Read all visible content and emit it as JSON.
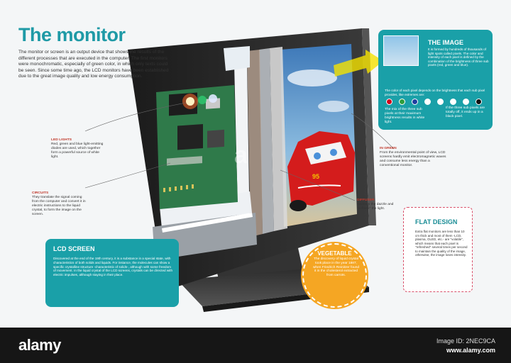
{
  "title": "The monitor",
  "intro": "The monitor or screen is an output device that shows the results of the different processes that are executed in the computer. The first monitors were monochromatic, especially of green color, in which only texts could be seen. Since some time ago, the LCD monitors have been established due to the great image quality and low energy consumption.",
  "labels": {
    "led_title": "LED LIGHTS",
    "led_text": "Red, green and blue light-emitting diodes are used, which together form a powerful source of white light.",
    "circuits_title": "CIRCUITS",
    "circuits_text": "They translate the signal coming from the computer and convert it in electric instructions to the liquid crystal, to form the image on the screen.",
    "green_title": "IN GREEN",
    "green_text": "From the environmental point of view, LCD screens hardly emit electromagnetic waves and consume less energy than a conventional monitor.",
    "diffuser_title": "DIFFUSER",
    "diffuser_text": "Controls the dazzle and \"softens\" the light."
  },
  "image_box": {
    "title": "THE IMAGE",
    "text1": "It is formed by hundreds of thousands of light spots called pixels. The color and intensity of each pixel is defined by the combination of the brightness of three sub pixels (red, green and blue).",
    "text2": "The color of each pixel depends on the brightness that each sub pixel provides, like extremes are:",
    "text3": "The mix of the three sub pixels at their maximum brightness results in white light.",
    "text4": "If the three sub pixels are totally off, it ends up in a black pixel.",
    "dot_colors": [
      "#d0021b",
      "#2e9e3e",
      "#1f3fa0",
      "#ffffff",
      "#ffffff",
      "#ffffff",
      "#ffffff",
      "#111111"
    ]
  },
  "flat": {
    "title": "FLAT DESIGN",
    "text": "Extra flat monitors are less than 10 cm thick and most of them -LCD, plasma, OLED, etc.- are \"volatile\", which means that each pixel is \"refreshed\" several times per second to maintain the quality of the image, otherwise, the image loses intensity."
  },
  "lcd": {
    "title": "LCD SCREEN",
    "text": "Discovered at the end of the 19th century, it is a substance in a special state, with characteristics of both solids and liquids. For instance, the molecules can show a specific crystalline structure -characteristic of solids-, although with some freedom of movement. In the liquid crystal of the LCD screens, crystals can be directed with electric impulses, although staying in their place."
  },
  "vegetable": {
    "title": "VEGETABLE",
    "text": "The discovery of liquid crystal took place in the year 1887, when Friedrich Reinitzer found it in the cholesterol extracted from carrots."
  },
  "watermark": "a",
  "bottom_bar": {
    "logo": "alamy",
    "image_id": "Image ID: 2NEC9CA",
    "url": "www.alamy.com"
  }
}
